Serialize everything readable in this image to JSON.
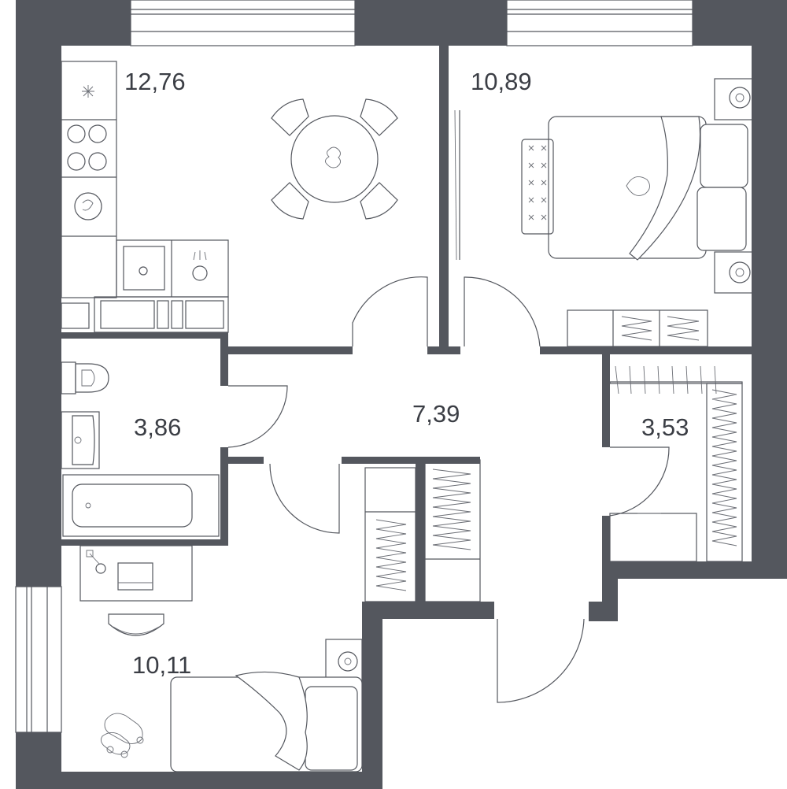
{
  "rooms": {
    "kitchen": {
      "area": "12,76"
    },
    "bedroom": {
      "area": "10,89"
    },
    "bathroom": {
      "area": "3,86"
    },
    "hallway": {
      "area": "7,39"
    },
    "wardrobe": {
      "area": "3,53"
    },
    "bedroom_small": {
      "area": "10,11"
    }
  },
  "colors": {
    "wall": "#54575e",
    "line": "#54575e",
    "background": "#ffffff"
  }
}
